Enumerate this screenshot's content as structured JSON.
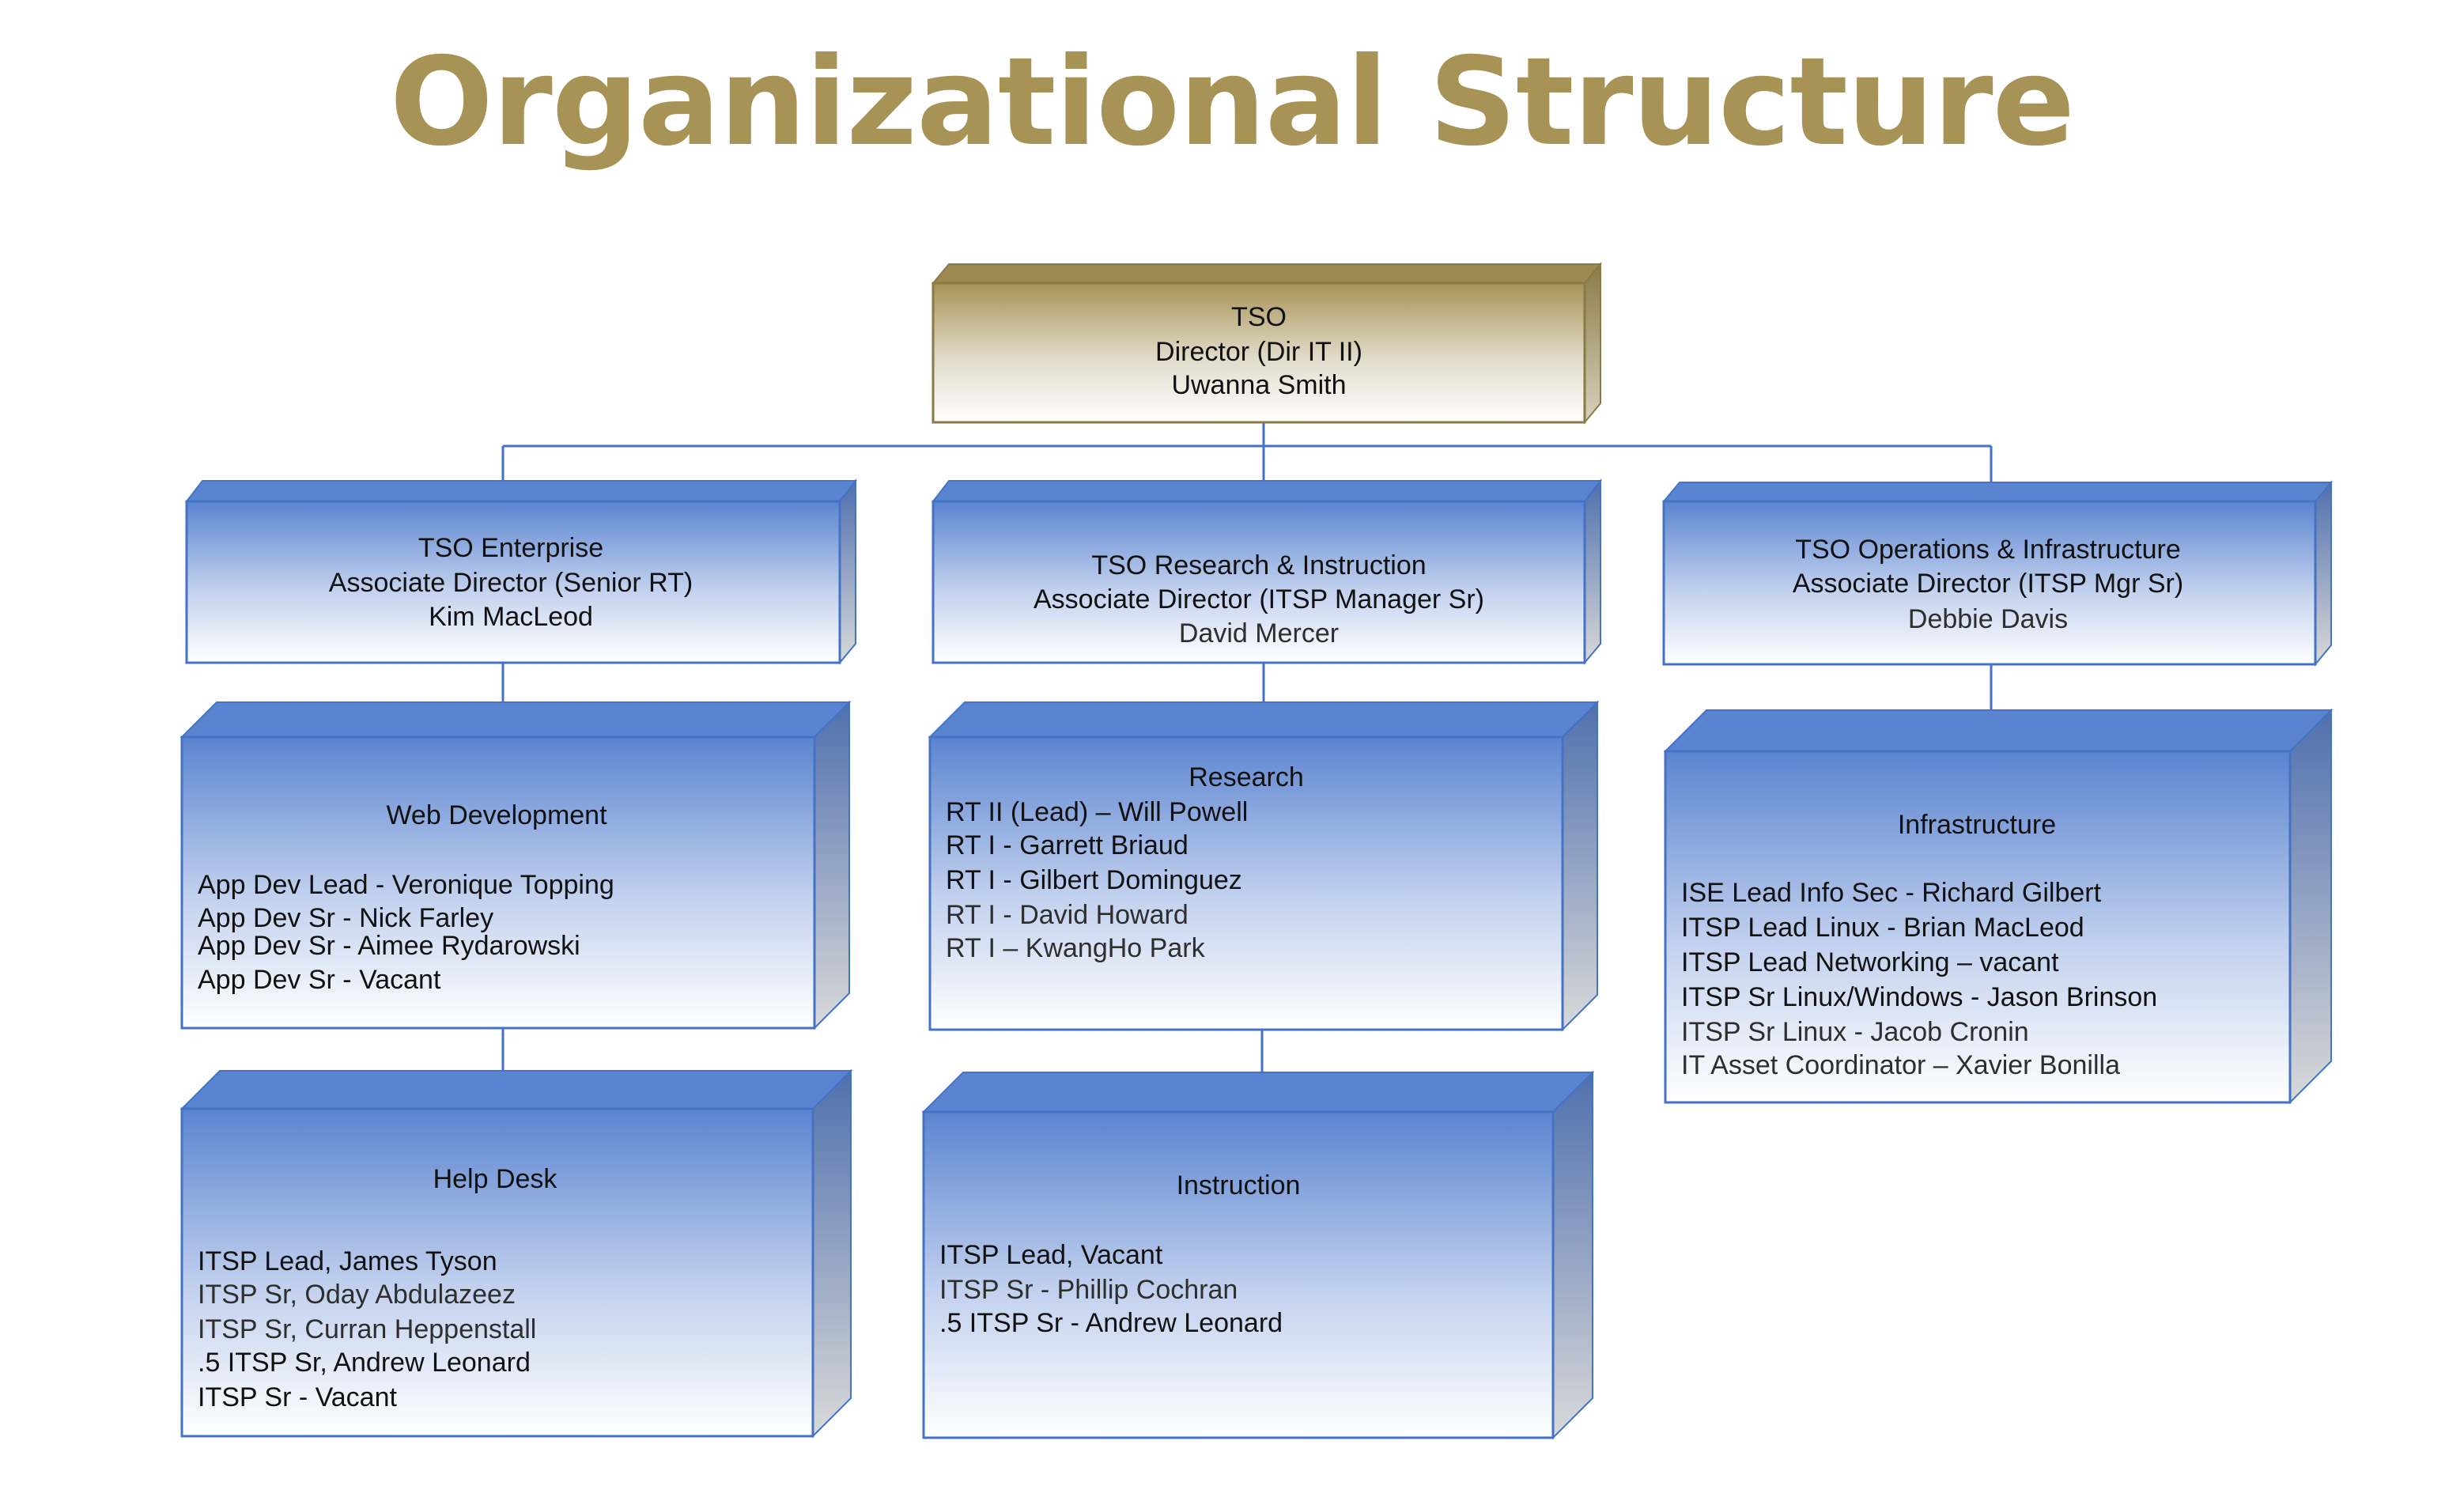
{
  "title": "Organizational Structure",
  "colors": {
    "title": "#a89356",
    "director_box_top": "#a89356",
    "box_top": "#5b84d0",
    "box_border": "#4472c4",
    "connector": "#4472c4",
    "box_bottom": "#ffffff"
  },
  "director": {
    "unit": "TSO",
    "role": "Director (Dir IT II)",
    "name": "Uwanna Smith"
  },
  "divisions": [
    {
      "unit": "TSO Enterprise",
      "role": "Associate Director (Senior RT)",
      "name": "Kim MacLeod"
    },
    {
      "unit": "TSO Research & Instruction",
      "role": "Associate Director (ITSP Manager Sr)",
      "name": "David Mercer"
    },
    {
      "unit": "TSO Operations & Infrastructure",
      "role": "Associate Director (ITSP Mgr Sr)",
      "name": "Debbie Davis"
    }
  ],
  "teams": {
    "web_development": {
      "title": "Web Development",
      "members": [
        "App Dev Lead - Veronique Topping",
        "App Dev Sr - Nick Farley",
        "App Dev Sr - Aimee Rydarowski",
        "App Dev Sr - Vacant"
      ]
    },
    "help_desk": {
      "title": "Help Desk",
      "members": [
        "ITSP Lead,  James Tyson",
        "ITSP Sr, Oday Abdulazeez",
        "ITSP Sr, Curran Heppenstall",
        ".5 ITSP Sr, Andrew Leonard",
        "ITSP Sr - Vacant"
      ]
    },
    "research": {
      "title": "Research",
      "members": [
        "RT II (Lead) – Will Powell",
        "RT I - Garrett Briaud",
        "RT I - Gilbert Dominguez",
        "RT I - David Howard",
        "RT I – KwangHo Park"
      ]
    },
    "instruction": {
      "title": "Instruction",
      "members": [
        "ITSP Lead, Vacant",
        "ITSP Sr - Phillip Cochran",
        ".5 ITSP Sr - Andrew Leonard"
      ]
    },
    "infrastructure": {
      "title": "Infrastructure",
      "members": [
        "ISE Lead Info Sec - Richard Gilbert",
        "ITSP Lead Linux - Brian MacLeod",
        "ITSP Lead Networking – vacant",
        "ITSP Sr Linux/Windows - Jason Brinson",
        "ITSP Sr Linux - Jacob Cronin",
        "IT Asset Coordinator – Xavier Bonilla"
      ]
    }
  }
}
